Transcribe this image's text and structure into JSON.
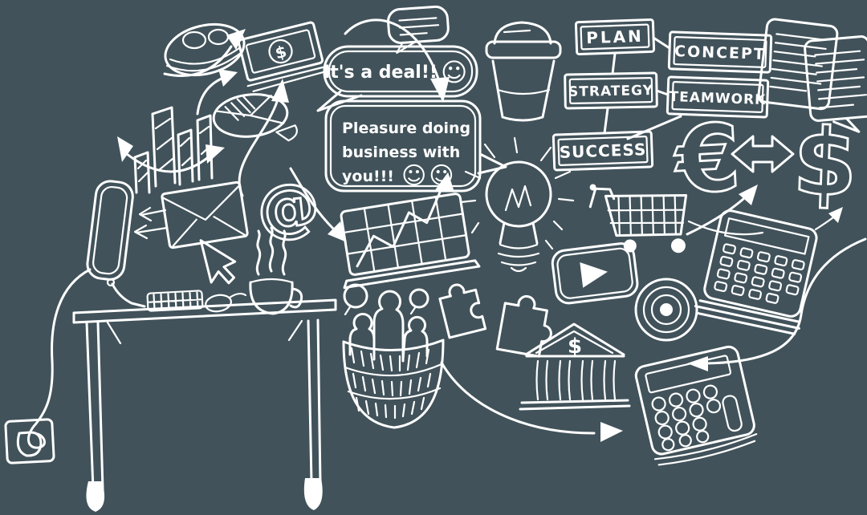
{
  "scene": {
    "description": "Hand-drawn white business doodles on a dark slate chalkboard-style background",
    "colors": {
      "background": "#41525a",
      "ink": "#ffffff"
    },
    "flowchart": {
      "plan": "PLAN",
      "concept": "CONCEPT",
      "strategy": "STRATEGY",
      "teamwork": "TEAMWORK",
      "success": "SUCCESS"
    },
    "speech_bubbles": {
      "deal_text": "It's a deal!!",
      "deal_smiley": "☺",
      "pleasure_line1": "Pleasure doing",
      "pleasure_line2": "business with",
      "pleasure_line3": "you!!!",
      "pleasure_smileys": "☺☺"
    },
    "symbols": {
      "euro": "€",
      "dollar": "$",
      "at": "@",
      "bank_dollar": "$",
      "money_dollar": "$"
    },
    "icons": [
      "globe-arrow-icon",
      "money-stack-icon",
      "bar-chart-icon",
      "pie-chart-icon",
      "chat-bubble-icon",
      "coffee-cup-icon",
      "documents-icon",
      "euro-symbol",
      "currency-exchange-icon",
      "dollar-symbol",
      "envelope-icon",
      "motion-arrows-icon",
      "cursor-icon",
      "at-symbol",
      "line-graph-icon",
      "lightbulb-icon",
      "shopping-cart-icon",
      "play-button-icon",
      "target-icon",
      "adding-machine-icon",
      "desk",
      "monitor-icon",
      "keyboard-icon",
      "mouse-icon",
      "coffee-cup-steam-icon",
      "power-plug-icon",
      "basket-of-people-icon",
      "puzzle-piece-icon",
      "bank-icon",
      "calculator-icon",
      "curved-arrows"
    ]
  }
}
